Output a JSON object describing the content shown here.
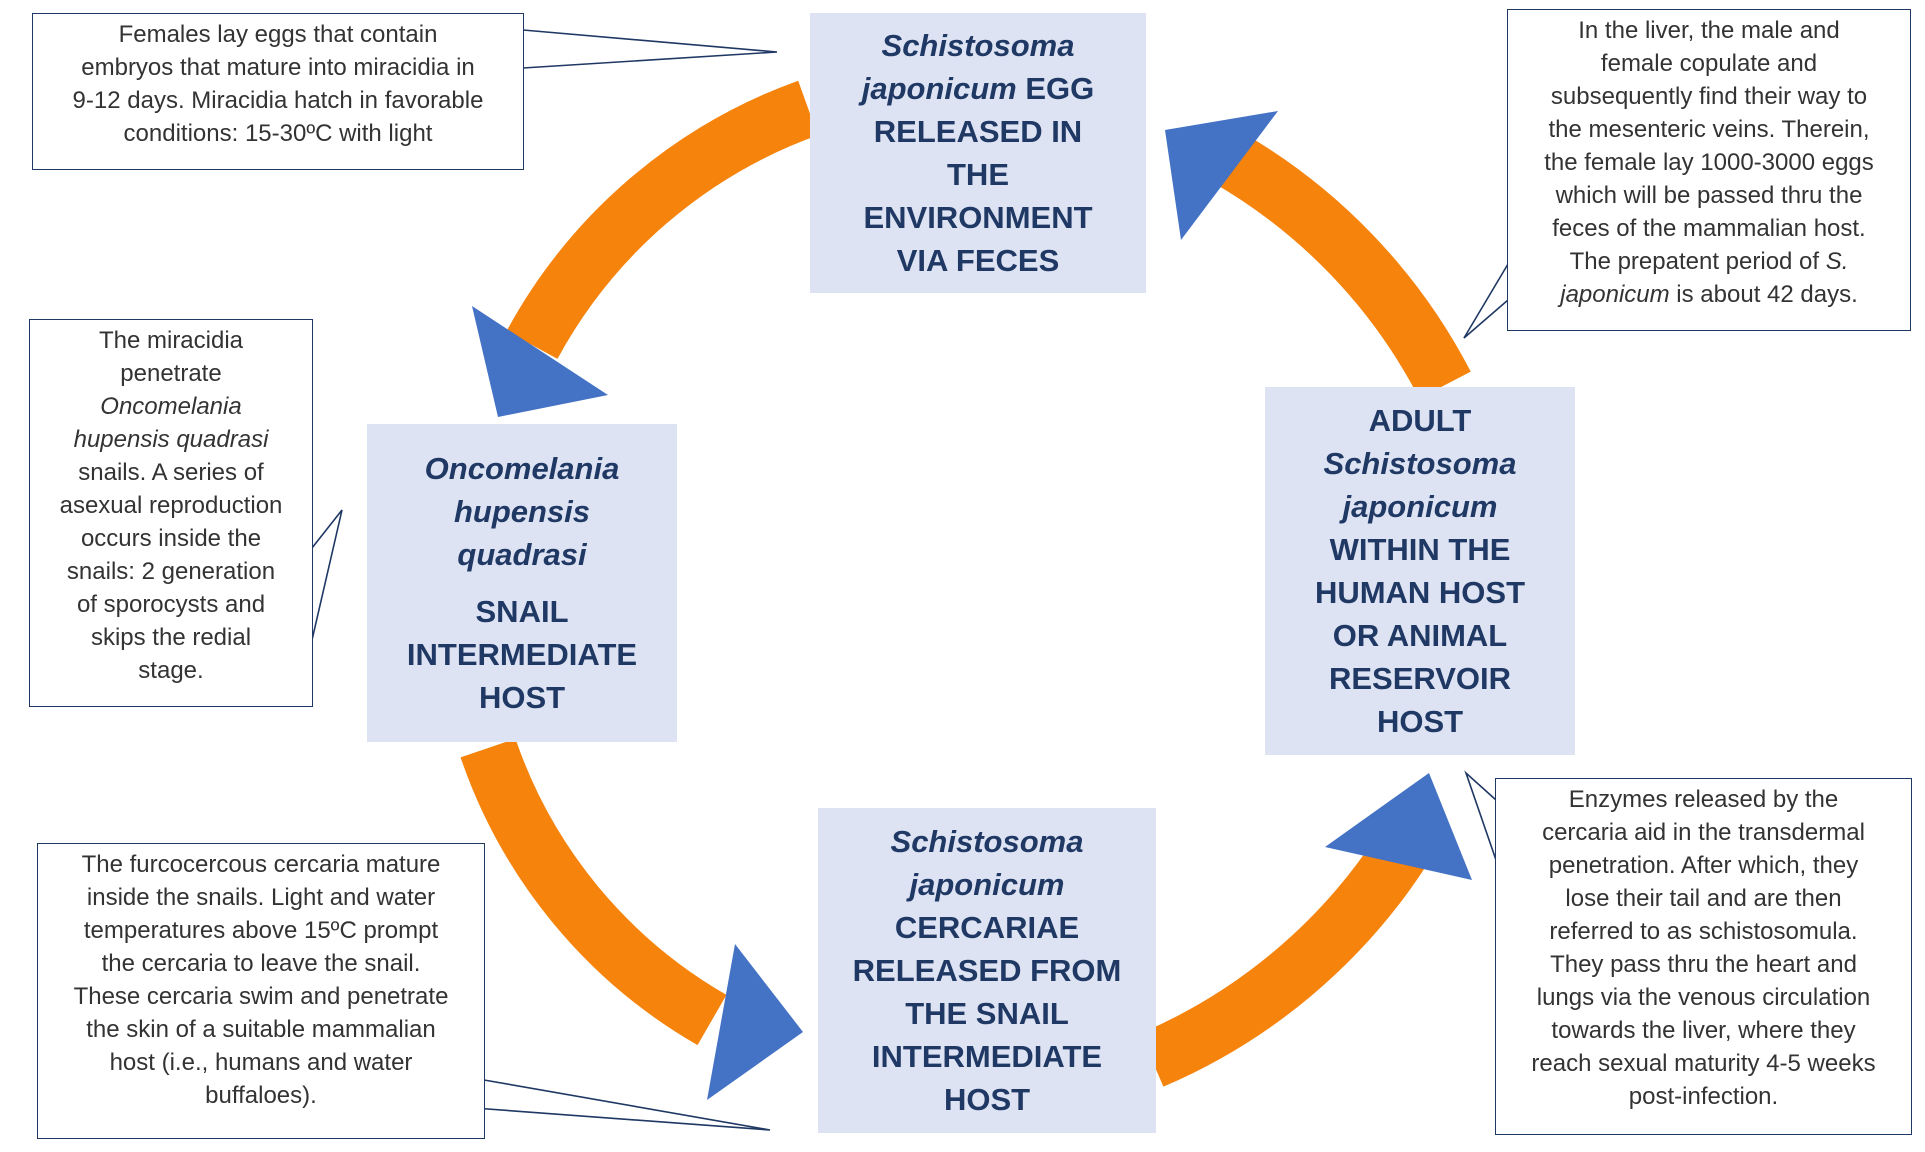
{
  "colors": {
    "arrow_orange": "#f5830c",
    "arrow_head_blue": "#4472c4",
    "stage_fill": "#dde3f3",
    "stage_text": "#1f3864",
    "note_border": "#1f3864"
  },
  "stages": {
    "egg": {
      "sci_line1": "Schistosoma",
      "sci_line2": "japonicum",
      "line2_rest": " EGG",
      "lines": [
        "RELEASED IN",
        "THE",
        "ENVIRONMENT",
        "VIA FECES"
      ]
    },
    "snail": {
      "sci_lines": [
        "Oncomelania",
        "hupensis",
        "quadrasi"
      ],
      "lines": [
        "SNAIL",
        "INTERMEDIATE",
        "HOST"
      ]
    },
    "cercariae": {
      "sci_lines": [
        "Schistosoma",
        "japonicum"
      ],
      "lines": [
        "CERCARIAE",
        "RELEASED FROM",
        "THE SNAIL",
        "INTERMEDIATE",
        "HOST"
      ]
    },
    "adult": {
      "line1": "ADULT",
      "sci_lines": [
        "Schistosoma",
        "japonicum"
      ],
      "lines": [
        "WITHIN THE",
        "HUMAN HOST",
        "OR ANIMAL",
        "RESERVOIR",
        "HOST"
      ]
    }
  },
  "notes": {
    "eggs": "Females lay eggs that contain\nembryos that mature into miracidia in\n9-12 days. Miracidia hatch in favorable\nconditions: 15-30ºC with light",
    "miracidia_a": "The miracidia\npenetrate\n",
    "miracidia_sci": "Oncomelania\nhupensis quadrasi",
    "miracidia_b": "\nsnails. A series of\nasexual reproduction\noccurs inside the\nsnails: 2 generation\nof sporocysts and\nskips the redial\nstage.",
    "liver_a": "In the liver, the male and\nfemale copulate and\nsubsequently find their way to\nthe mesenteric veins. Therein,\nthe female lay 1000-3000 eggs\nwhich will be passed thru the\nfeces of the mammalian host.\nThe prepatent period of ",
    "liver_sci1": "S.",
    "liver_sci2": "japonicum",
    "liver_b": " is about 42 days.",
    "cercaria": "The furcocercous cercaria mature\ninside the snails. Light and water\ntemperatures above 15ºC prompt\nthe cercaria to leave the snail.\nThese cercaria swim and penetrate\nthe skin of a suitable mammalian\nhost (i.e., humans and water\nbuffaloes).",
    "enzymes": "Enzymes released by the\ncercaria aid in the transdermal\npenetration. After which, they\nlose their tail and are then\nreferred to as schistosomula.\nThey pass thru the heart and\nlungs via the venous circulation\ntowards the liver, where they\nreach sexual maturity 4-5 weeks\npost-infection."
  }
}
